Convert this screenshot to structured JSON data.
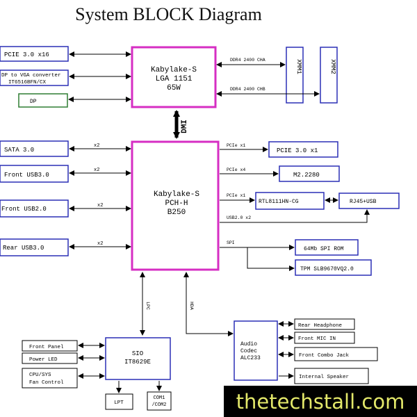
{
  "title": "System BLOCK Diagram",
  "colors": {
    "chip_border": "#d62ec3",
    "box_border": "#2a2fb5",
    "dp_box_border": "#2e7d32",
    "line": "#000000",
    "watermark_bg": "#000000",
    "watermark_text": "#e3e86a"
  },
  "cpu": {
    "line1": "Kabylake-S",
    "line2": "LGA 1151",
    "line3": "65W"
  },
  "pch": {
    "line1": "Kabylake-S",
    "line2": "PCH-H",
    "line3": "B250"
  },
  "dmi_label": "DMI",
  "cpu_left": {
    "pcie_x16": "PCIE 3.0 x16",
    "dp_vga_line1": "DP to VGA converter",
    "dp_vga_line2": "IT6516BFN/CX",
    "dp": "DP"
  },
  "memory": {
    "slot1": "XMM1",
    "slot2": "XMM2",
    "bus_a": "DDR4 2400 CHA",
    "bus_b": "DDR4 2400 CHB"
  },
  "pch_left": {
    "sata": "SATA 3.0",
    "front_usb3": "Front USB3.0",
    "front_usb2": "Front USB2.0",
    "rear_usb3": "Rear USB3.0",
    "width_label": "x2"
  },
  "pch_right": {
    "pcie_x1_label": "PCIe x1",
    "pcie_x1_box": "PCIE 3.0 x1",
    "pcie_x4_label": "PCIe x4",
    "m2_box": "M2.2280",
    "pcie_x1_label_2": "PCIe x1",
    "lan_box": "RTL8111HN-CG",
    "rj45_box": "RJ45+USB",
    "usb2_label": "USB2.0 x2",
    "spi_label": "SPI",
    "spi_rom_box": "64Mb SPI ROM",
    "tpm_box": "TPM SLB9670VQ2.0"
  },
  "bus_labels": {
    "lpc": "LPC",
    "hda": "HDA"
  },
  "sio": {
    "line1": "SIO",
    "line2": "IT8629E",
    "front_panel": "Front Panel",
    "power_led": "Power LED",
    "fan_line1": "CPU/SYS",
    "fan_line2": "Fan Control",
    "lpt": "LPT",
    "com_line1": "COM1",
    "com_line2": "/COM2"
  },
  "audio": {
    "line1": "Audio",
    "line2": "Codec",
    "line3": "ALC233",
    "rear_headphone": "Rear Headphone",
    "front_mic": "Front MIC IN",
    "front_combo": "Front Combo Jack",
    "speaker": "Internal Speaker"
  },
  "watermark": "thetechstall.com"
}
